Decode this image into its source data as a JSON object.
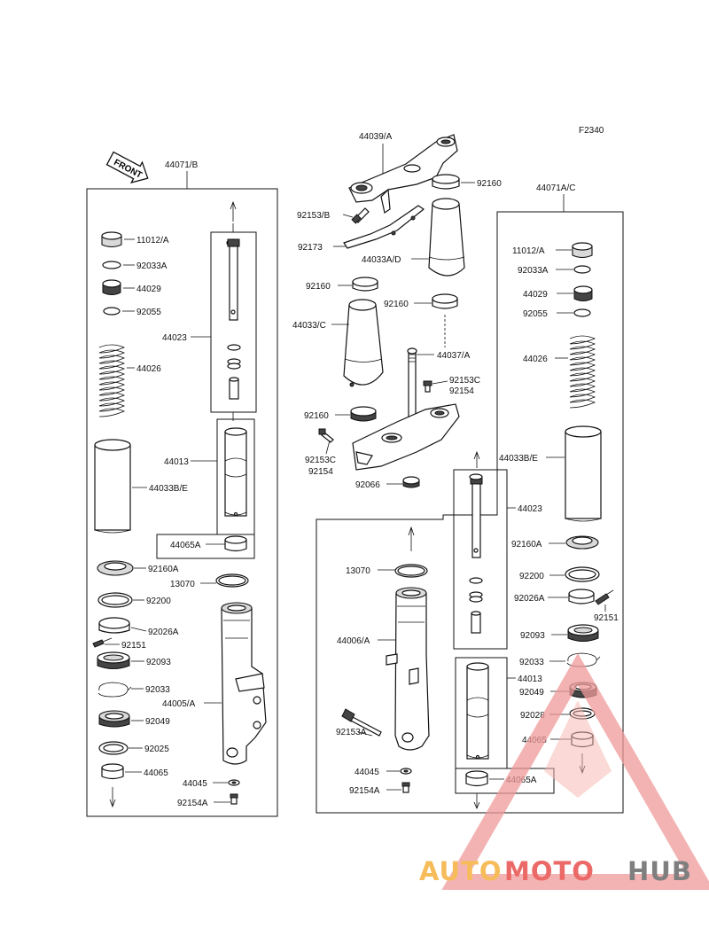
{
  "figure_code": "F2340",
  "front_arrow": "FRONT",
  "watermark": {
    "auto": "AUTO",
    "moto": "MOTO",
    "hub": "HUB",
    "color_red": "#e53935",
    "color_orange": "#f5a623",
    "color_gray": "#555555"
  },
  "labels": {
    "l_44071B": "44071/B",
    "l_11012A_L": "11012/A",
    "l_92033A_L": "92033A",
    "l_44029_L": "44029",
    "l_92055_L": "92055",
    "l_44026_L": "44026",
    "l_44033BE_L": "44033B/E",
    "l_92160A_L": "92160A",
    "l_92200_L": "92200",
    "l_92026A_L": "92026A",
    "l_92151_L": "92151",
    "l_92093_L": "92093",
    "l_92033_L": "92033",
    "l_92049_L": "92049",
    "l_92025_L": "92025",
    "l_44065_L": "44065",
    "l_44023_L": "44023",
    "l_44013_L": "44013",
    "l_44065A_L": "44065A",
    "l_13070_L": "13070",
    "l_44005A": "44005/A",
    "l_44045_L": "44045",
    "l_92154A_L": "92154A",
    "l_44039A": "44039/A",
    "l_92160_a": "92160",
    "l_92153B": "92153/B",
    "l_92173": "92173",
    "l_44033AD": "44033A/D",
    "l_92160_b": "92160",
    "l_92160_c": "92160",
    "l_44033C": "44033/C",
    "l_44037A": "44037/A",
    "l_92153C_a": "92153C",
    "l_92154_a": "92154",
    "l_92160_d": "92160",
    "l_92153C_b": "92153C",
    "l_92154_b": "92154",
    "l_92066": "92066",
    "l_44071AC": "44071A/C",
    "l_11012A_R": "11012/A",
    "l_92033A_R": "92033A",
    "l_44029_R": "44029",
    "l_92055_R": "92055",
    "l_44026_R": "44026",
    "l_44033BE_R": "44033B/E",
    "l_44023_R": "44023",
    "l_92160A_R": "92160A",
    "l_92200_R": "92200",
    "l_92026A_R": "92026A",
    "l_92151_R": "92151",
    "l_92093_R": "92093",
    "l_92033_R": "92033",
    "l_92049_R": "92049",
    "l_92028_R": "92028",
    "l_44065_R": "44065",
    "l_44013_R": "44013",
    "l_44065A_R": "44065A",
    "l_13070_R": "13070",
    "l_44006A": "44006/A",
    "l_92153A": "92153A",
    "l_44045_R": "44045",
    "l_92154A_R": "92154A"
  }
}
